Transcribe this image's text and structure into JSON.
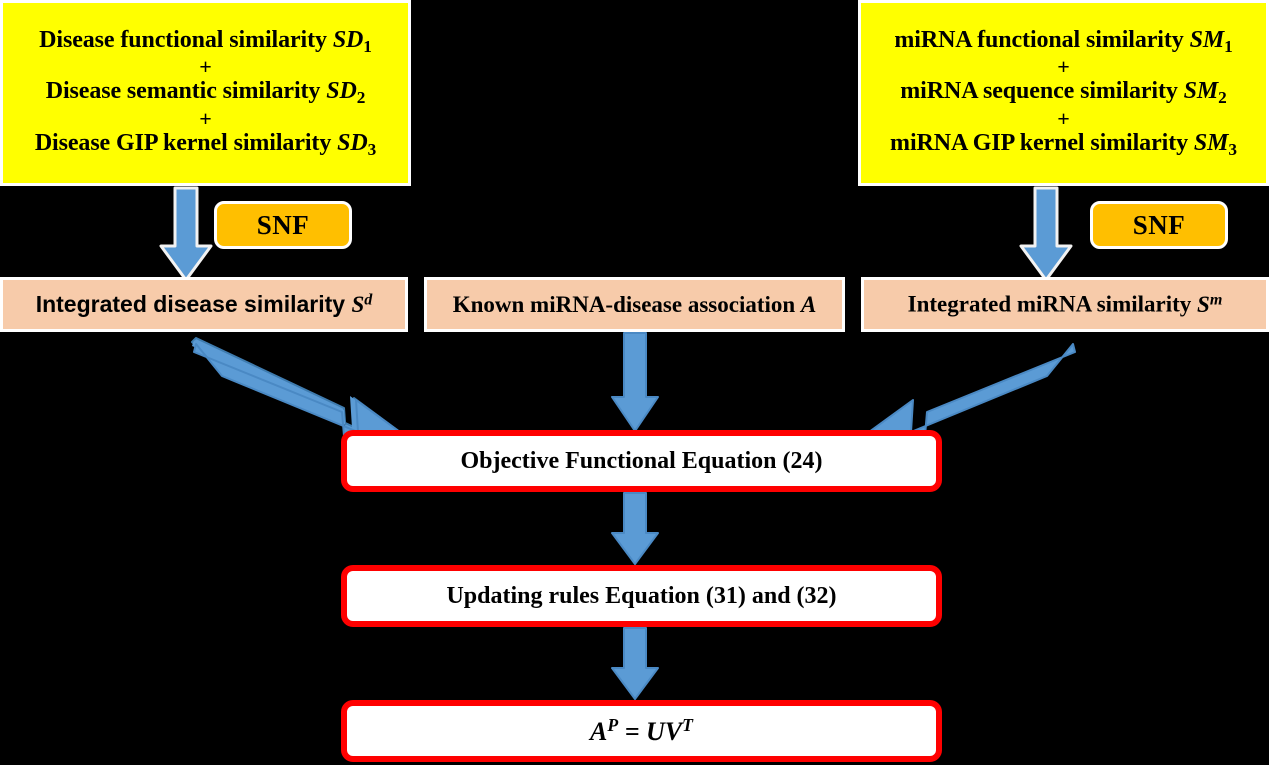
{
  "figure": {
    "type": "flowchart",
    "background_color": "#000000",
    "palette": {
      "source_box_fill": "#FFFF00",
      "snf_fill": "#FFBF00",
      "integrated_box_fill": "#F7CBAA",
      "result_box_fill": "#FFFFFF",
      "result_box_border": "#FF0000",
      "arrow_fill": "#5B9BD5",
      "box_border": "#FFFFFF",
      "text_color": "#000000"
    }
  },
  "disease_source": {
    "lines": [
      {
        "text": "Disease functional similarity ",
        "symbol": "SD",
        "sub": "1"
      },
      {
        "text": "Disease semantic similarity ",
        "symbol": "SD",
        "sub": "2"
      },
      {
        "text": "Disease GIP kernel similarity ",
        "symbol": "SD",
        "sub": "3"
      }
    ],
    "operator": "+"
  },
  "mirna_source": {
    "lines": [
      {
        "text": "miRNA functional similarity ",
        "symbol": "SM",
        "sub": "1"
      },
      {
        "text": "miRNA sequence similarity ",
        "symbol": "SM",
        "sub": "2"
      },
      {
        "text": "miRNA GIP kernel similarity ",
        "symbol": "SM",
        "sub": "3"
      }
    ],
    "operator": "+"
  },
  "snf_left": {
    "label": "SNF"
  },
  "snf_right": {
    "label": "SNF"
  },
  "integrated": {
    "disease": {
      "text": "Integrated disease similarity ",
      "symbol": "S",
      "sup": "d"
    },
    "association": {
      "text": "Known miRNA-disease association ",
      "symbol": "A",
      "sup": ""
    },
    "mirna": {
      "text": "Integrated miRNA similarity ",
      "symbol": "S",
      "sup": "m"
    }
  },
  "results": {
    "objective": {
      "label": "Objective Functional Equation (24)"
    },
    "updating": {
      "label": "Updating rules Equation (31) and (32)"
    },
    "prediction": {
      "lhs": "A",
      "lhs_sup": "P",
      "eq": " = ",
      "rhs": "UV",
      "rhs_sup": "T"
    }
  },
  "arrows": {
    "snf_left_down": "down-arrow",
    "snf_right_down": "down-arrow",
    "disease_to_objective": "down-right-arrow",
    "association_to_objective": "down-arrow",
    "mirna_to_objective": "down-left-arrow",
    "objective_to_updating": "down-arrow",
    "updating_to_prediction": "down-arrow"
  }
}
